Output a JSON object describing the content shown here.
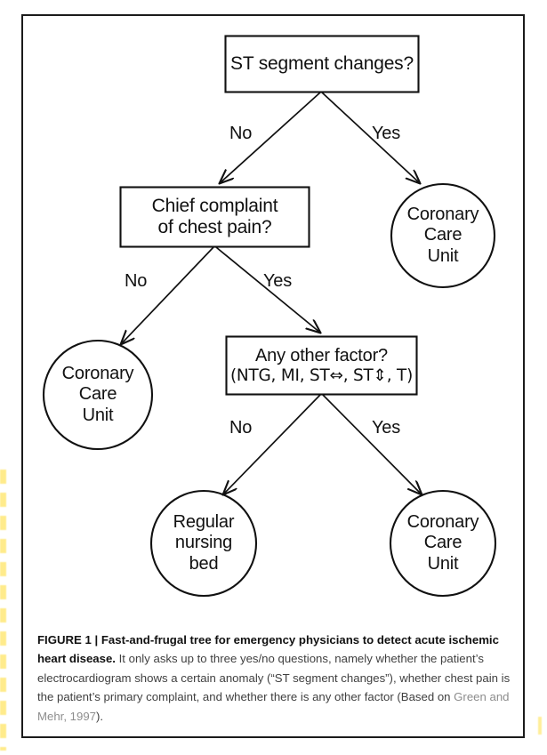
{
  "figure": {
    "frame_color": "#1b1b1b",
    "background": "#ffffff",
    "stroke_color": "#111111"
  },
  "tree": {
    "nodes": [
      {
        "id": "st-segment-changes",
        "shape": "rect",
        "lines": [
          "ST segment changes?"
        ]
      },
      {
        "id": "chief-complaint",
        "shape": "rect",
        "lines": [
          "Chief complaint",
          "of chest pain?"
        ]
      },
      {
        "id": "coronary-care-unit-top-right",
        "shape": "circle",
        "lines": [
          "Coronary",
          "Care",
          "Unit"
        ]
      },
      {
        "id": "coronary-care-unit-left",
        "shape": "circle",
        "lines": [
          "Coronary",
          "Care",
          "Unit"
        ]
      },
      {
        "id": "any-other-factor",
        "shape": "rect",
        "lines": [
          "Any other factor?",
          "(NTG, MI, ST⇔, ST⇕, T)"
        ]
      },
      {
        "id": "regular-nursing-bed",
        "shape": "circle",
        "lines": [
          "Regular",
          "nursing",
          "bed"
        ]
      },
      {
        "id": "coronary-care-unit-bottom-right",
        "shape": "circle",
        "lines": [
          "Coronary",
          "Care",
          "Unit"
        ]
      }
    ],
    "edges": [
      {
        "id": "level1-no",
        "label": "No"
      },
      {
        "id": "level1-yes",
        "label": "Yes"
      },
      {
        "id": "level2-no",
        "label": "No"
      },
      {
        "id": "level2-yes",
        "label": "Yes"
      },
      {
        "id": "level3-no",
        "label": "No"
      },
      {
        "id": "level3-yes",
        "label": "Yes"
      }
    ]
  },
  "caption": {
    "label": "FIGURE 1",
    "separator": "|",
    "title": "Fast-and-frugal tree for emergency physicians to detect acute ischemic heart disease.",
    "body_part_1": "It only asks up to three yes/no questions, namely whether the patient’s electrocardiogram shows a certain anomaly (“ST segment changes”), whether chest pain is the patient’s primary complaint, and whether there is any other factor (Based on ",
    "citation": "Green and Mehr, 1997",
    "body_part_2": ").",
    "citation_color": "#8d8d8d"
  }
}
